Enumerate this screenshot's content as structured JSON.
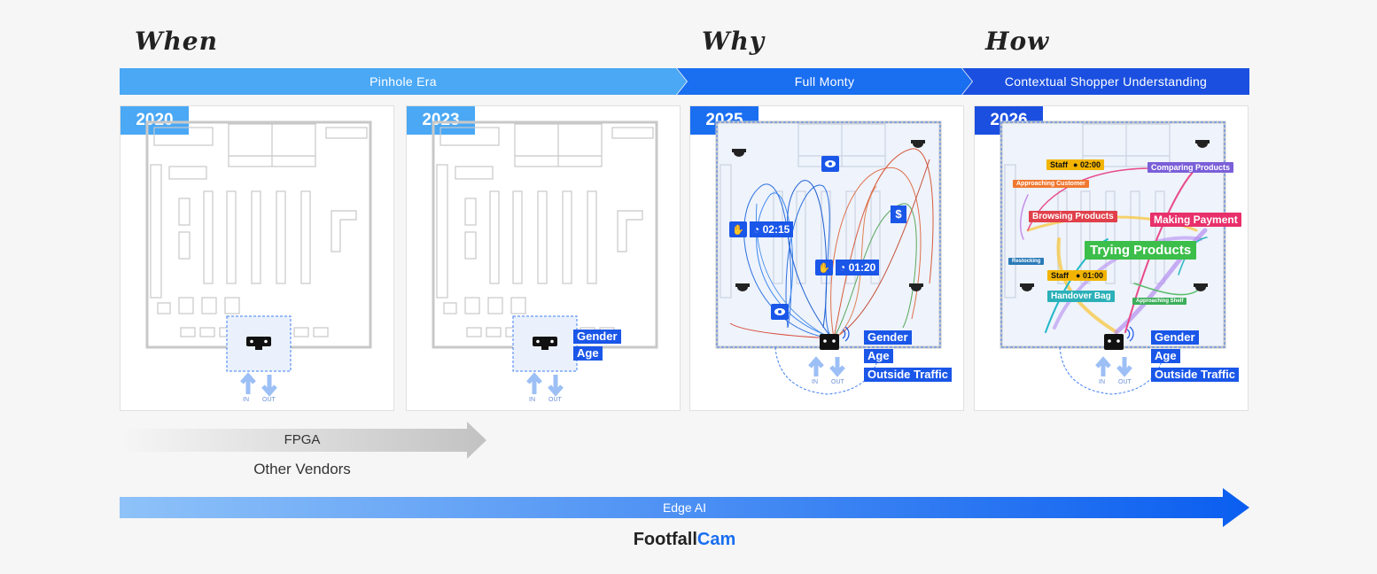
{
  "headings": {
    "when": "When",
    "why": "Why",
    "how": "How"
  },
  "eras": [
    {
      "label": "Pinhole Era"
    },
    {
      "label": "Full Monty"
    },
    {
      "label": "Contextual Shopper Understanding"
    }
  ],
  "panels": [
    {
      "year": "2020",
      "tags": [],
      "in_label": "IN",
      "out_label": "OUT"
    },
    {
      "year": "2023",
      "tags": [
        "Gender",
        "Age"
      ],
      "in_label": "IN",
      "out_label": "OUT"
    },
    {
      "year": "2025",
      "tags": [
        "Gender",
        "Age",
        "Outside Traffic"
      ],
      "in_label": "IN",
      "out_label": "OUT",
      "dwell": [
        {
          "time": "02:15"
        },
        {
          "time": "01:20"
        }
      ],
      "dollar": "$"
    },
    {
      "year": "2026",
      "tags": [
        "Gender",
        "Age",
        "Outside Traffic"
      ],
      "in_label": "IN",
      "out_label": "OUT",
      "behaviors": {
        "staff1": "Staff",
        "time1": "02:00",
        "comparing": "Comparing Products",
        "approaching_customer": "Approaching Customer",
        "browsing": "Browsing Products",
        "making_payment": "Making Payment",
        "trying": "Trying Products",
        "restocking": "Restocking",
        "staff2": "Staff",
        "time2": "01:00",
        "handover": "Handover Bag",
        "approaching_shelf": "Approaching Shelf"
      }
    }
  ],
  "fpga": {
    "label": "FPGA",
    "vendors": "Other Vendors"
  },
  "edge_ai": {
    "label": "Edge AI"
  },
  "brand": {
    "part1": "Footfall",
    "part2": "Cam"
  },
  "colors": {
    "light_blue": "#4aa8f5",
    "mid_blue": "#1a6ef0",
    "dark_blue": "#1a4fe0",
    "accent": "#1a56e8"
  }
}
